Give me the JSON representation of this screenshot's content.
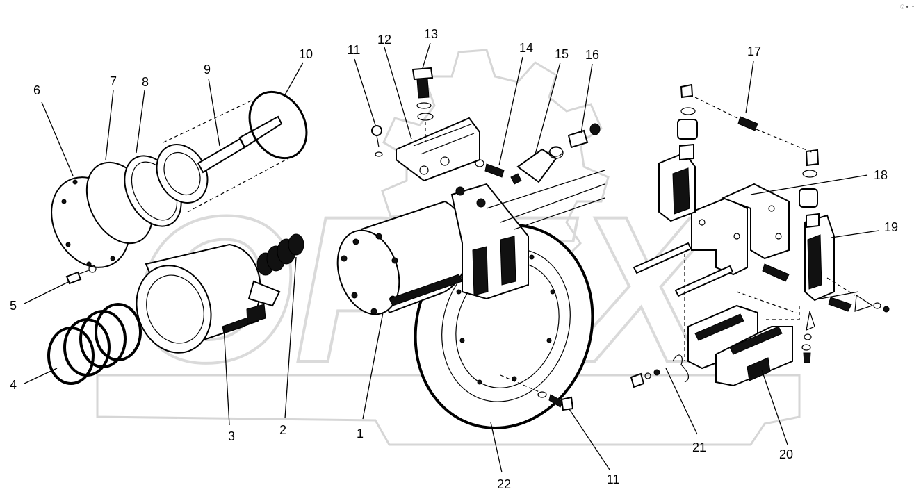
{
  "corner_mark": "ⓒ ✦ ⋯",
  "watermark": "OPEX",
  "callouts": [
    {
      "id": "c1",
      "text": "1"
    },
    {
      "id": "c2",
      "text": "2"
    },
    {
      "id": "c3",
      "text": "3"
    },
    {
      "id": "c4",
      "text": "4"
    },
    {
      "id": "c5",
      "text": "5"
    },
    {
      "id": "c6",
      "text": "6"
    },
    {
      "id": "c7",
      "text": "7"
    },
    {
      "id": "c8",
      "text": "8"
    },
    {
      "id": "c9",
      "text": "9"
    },
    {
      "id": "c10",
      "text": "10"
    },
    {
      "id": "c11a",
      "text": "11"
    },
    {
      "id": "c12",
      "text": "12"
    },
    {
      "id": "c13",
      "text": "13"
    },
    {
      "id": "c14",
      "text": "14"
    },
    {
      "id": "c15",
      "text": "15"
    },
    {
      "id": "c16",
      "text": "16"
    },
    {
      "id": "c17",
      "text": "17"
    },
    {
      "id": "c18",
      "text": "18"
    },
    {
      "id": "c19",
      "text": "19"
    },
    {
      "id": "c20",
      "text": "20"
    },
    {
      "id": "c21",
      "text": "21"
    },
    {
      "id": "c22",
      "text": "22"
    },
    {
      "id": "c11b",
      "text": "11"
    }
  ]
}
